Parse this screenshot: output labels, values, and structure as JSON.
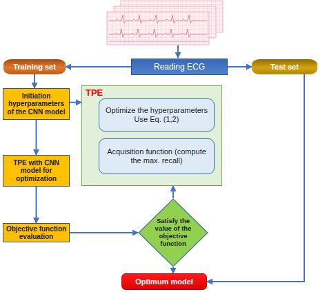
{
  "diagram": {
    "nodes": [
      {
        "text": [
          "Training set"
        ]
      },
      {
        "text": [
          "Reading ECG"
        ]
      },
      {
        "text": [
          "Test set"
        ]
      },
      {
        "text": [
          "Initiation hyperparameters of the CNN model"
        ]
      },
      {
        "text": [
          "TPE"
        ]
      },
      {
        "text": [
          "Optimize the hyperparameters Use Eq. (1,2)"
        ],
        "in": 4
      },
      {
        "text": [
          "Acquisition function (compute the max. recall)"
        ],
        "in": 4
      },
      {
        "text": [
          "TPE with CNN model for optimization"
        ]
      },
      {
        "text": [
          "Objective function evaluation"
        ]
      },
      {
        "text": [
          "Satisfy the value of the objective function"
        ]
      },
      {
        "text": [
          "Optimum model"
        ]
      }
    ],
    "edges": [
      {
        "from": 1,
        "to": 0,
        "arrow": "to"
      },
      {
        "from": 1,
        "to": 2,
        "arrow": "to"
      },
      {
        "from": 0,
        "to": 3,
        "arrow": "to"
      },
      {
        "from": 3,
        "to": 4,
        "arrow": "to"
      },
      {
        "from": 3,
        "to": 7,
        "arrow": "to"
      },
      {
        "from": 7,
        "to": 8,
        "arrow": "to"
      },
      {
        "from": 8,
        "to": 9,
        "arrow": "to"
      },
      {
        "from": 9,
        "to": 4,
        "arrow": "to"
      },
      {
        "from": 9,
        "to": 10,
        "arrow": "to"
      },
      {
        "from": 2,
        "to": 10,
        "arrow": "to"
      }
    ]
  }
}
